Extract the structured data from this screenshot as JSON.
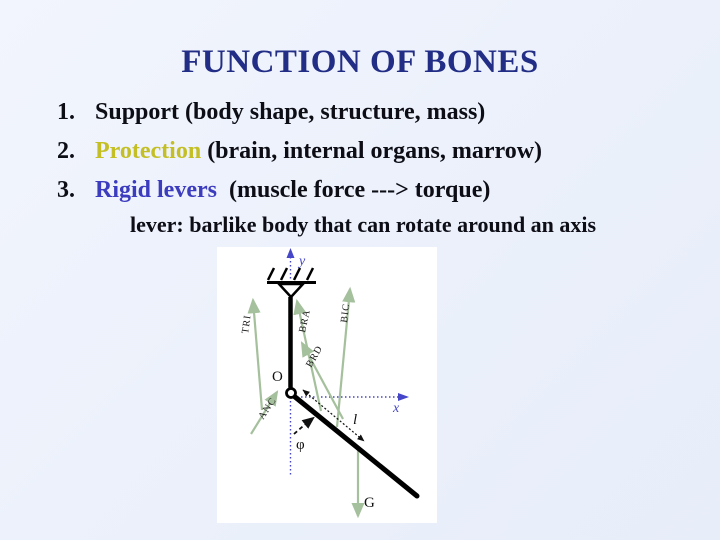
{
  "slide": {
    "title": "FUNCTION OF BONES",
    "items": [
      {
        "number": "1.",
        "highlight": "",
        "rest": "Support (body shape, structure, mass)"
      },
      {
        "number": "2.",
        "highlight": "Protection",
        "rest": " (brain, internal organs, marrow)"
      },
      {
        "number": "3.",
        "highlight": "Rigid levers",
        "rest": "  (muscle force ---> torque)"
      }
    ],
    "subline": "lever: barlike body that can rotate around an axis",
    "colors": {
      "background": "#ecf1fb",
      "title": "#222d85",
      "body_text": "#0d0d16",
      "protection_highlight": "#c3bf25",
      "rigid_levers_highlight": "#3c3cbe"
    }
  },
  "diagram": {
    "labels": {
      "y_axis": "y",
      "x_axis": "x",
      "origin": "O",
      "gravity": "G",
      "lever_length": "l",
      "angle": "φ",
      "tri": "TRI",
      "anc": "ANC",
      "bra": "BRA",
      "brd": "BRD",
      "bic": "BIC"
    },
    "colors": {
      "axis": "#4646c8",
      "muscle_arrow": "#a5c09c",
      "bone": "#000000",
      "background": "#ffffff"
    }
  }
}
